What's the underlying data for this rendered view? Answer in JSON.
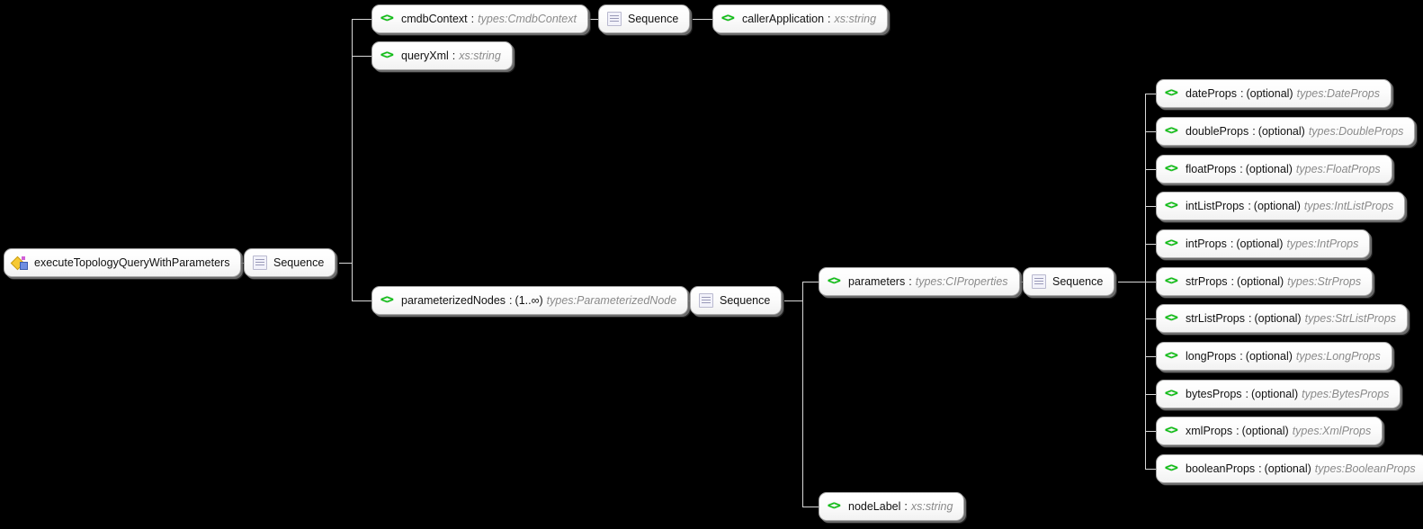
{
  "diagram": {
    "title": "executeTopologyQueryWithParameters",
    "type": "xsd-schema-tree",
    "background_color": "#000000",
    "line_color": "#d8d8d8",
    "element_icon_color": "#0bbf12",
    "type_text_color": "#8a8a8a"
  },
  "nodes": {
    "root": {
      "icon": "operation-icon",
      "name": "executeTopologyQueryWithParameters",
      "type": "",
      "occurrence": ""
    },
    "root_sequence": {
      "icon": "sequence-icon",
      "name": "Sequence"
    },
    "cmdb_context": {
      "icon": "element-icon",
      "name": "cmdbContext",
      "separator": ":",
      "type": "types:CmdbContext"
    },
    "cmdb_sequence": {
      "icon": "sequence-icon",
      "name": "Sequence"
    },
    "caller_application": {
      "icon": "element-icon",
      "name": "callerApplication",
      "separator": ":",
      "type": "xs:string"
    },
    "query_xml": {
      "icon": "element-icon",
      "name": "queryXml",
      "separator": ":",
      "type": "xs:string"
    },
    "parameterized_nodes": {
      "icon": "element-icon",
      "name": "parameterizedNodes",
      "separator": ":",
      "occurrence": "(1..∞)",
      "type": "types:ParameterizedNode"
    },
    "parameterized_sequence": {
      "icon": "sequence-icon",
      "name": "Sequence"
    },
    "parameters": {
      "icon": "element-icon",
      "name": "parameters",
      "separator": ":",
      "type": "types:CIProperties"
    },
    "parameters_sequence": {
      "icon": "sequence-icon",
      "name": "Sequence"
    },
    "node_label": {
      "icon": "element-icon",
      "name": "nodeLabel",
      "separator": ":",
      "type": "xs:string"
    }
  },
  "properties": [
    {
      "icon": "element-icon",
      "name": "dateProps",
      "separator": ":",
      "occurrence": "(optional)",
      "type": "types:DateProps"
    },
    {
      "icon": "element-icon",
      "name": "doubleProps",
      "separator": ":",
      "occurrence": "(optional)",
      "type": "types:DoubleProps"
    },
    {
      "icon": "element-icon",
      "name": "floatProps",
      "separator": ":",
      "occurrence": "(optional)",
      "type": "types:FloatProps"
    },
    {
      "icon": "element-icon",
      "name": "intListProps",
      "separator": ":",
      "occurrence": "(optional)",
      "type": "types:IntListProps"
    },
    {
      "icon": "element-icon",
      "name": "intProps",
      "separator": ":",
      "occurrence": "(optional)",
      "type": "types:IntProps"
    },
    {
      "icon": "element-icon",
      "name": "strProps",
      "separator": ":",
      "occurrence": "(optional)",
      "type": "types:StrProps"
    },
    {
      "icon": "element-icon",
      "name": "strListProps",
      "separator": ":",
      "occurrence": "(optional)",
      "type": "types:StrListProps"
    },
    {
      "icon": "element-icon",
      "name": "longProps",
      "separator": ":",
      "occurrence": "(optional)",
      "type": "types:LongProps"
    },
    {
      "icon": "element-icon",
      "name": "bytesProps",
      "separator": ":",
      "occurrence": "(optional)",
      "type": "types:BytesProps"
    },
    {
      "icon": "element-icon",
      "name": "xmlProps",
      "separator": ":",
      "occurrence": "(optional)",
      "type": "types:XmlProps"
    },
    {
      "icon": "element-icon",
      "name": "booleanProps",
      "separator": ":",
      "occurrence": "(optional)",
      "type": "types:BooleanProps"
    }
  ]
}
